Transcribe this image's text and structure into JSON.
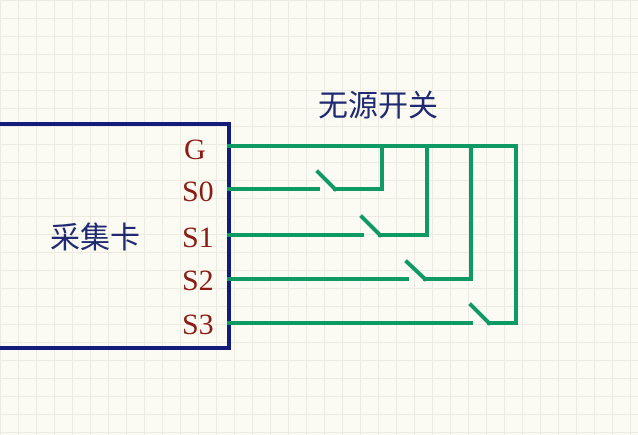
{
  "diagram": {
    "switch_title": "无源开关",
    "card_label": "采集卡",
    "pins": [
      "G",
      "S0",
      "S1",
      "S2",
      "S3"
    ],
    "colors": {
      "box": "#131c78",
      "wire": "#0f9a63",
      "pin_text": "#8a1c14",
      "label_text": "#1f2a72",
      "grid": "#ecebdf",
      "background": "#fcfbf3"
    }
  }
}
